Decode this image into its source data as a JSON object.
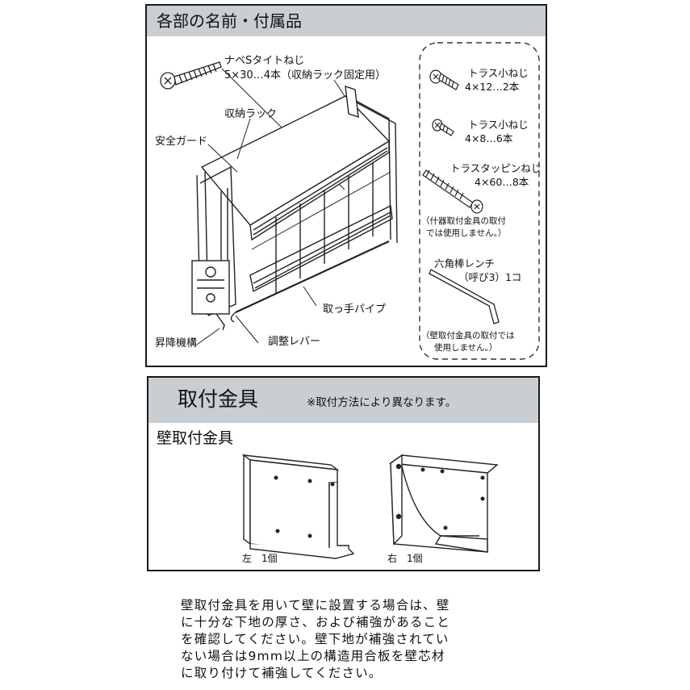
{
  "parts_section": {
    "title": "各部の名前・付属品",
    "screw_nabe_name": "ナベSタイトねじ",
    "screw_nabe_spec": "5×30…4本（収納ラック固定用）",
    "label_rack": "収納ラック",
    "label_guard": "安全ガード",
    "label_handle": "取っ手パイプ",
    "label_lift": "昇降機構",
    "label_lever": "調整レバー",
    "truss_a_name": "トラス小ねじ",
    "truss_a_spec": "4×12…2本",
    "truss_b_name": "トラス小ねじ",
    "truss_b_spec": "4×8…6本",
    "tapping_name": "トラスタッピンねじ",
    "tapping_spec": "4×60…8本",
    "tapping_note_1": "（什器取付金具の取付",
    "tapping_note_2": "では使用しません。）",
    "wrench_name": "六角棒レンチ",
    "wrench_spec": "（呼び3）1コ",
    "wrench_note_1": "（壁取付金具の取付では",
    "wrench_note_2": "使用しません。）"
  },
  "bracket_section": {
    "title": "取付金具",
    "note": "※取付方法により異なります。",
    "subtitle": "壁取付金具",
    "left_label": "左　1個",
    "right_label": "右　1個"
  },
  "paragraph": [
    "壁取付金具を用いて壁に設置する場合は、壁",
    "に十分な下地の厚さ、および補強があること",
    "を確認してください。壁下地が補強されてい",
    "ない場合は9mm以上の構造用合板を壁芯材",
    "に取り付けて補強してください。"
  ],
  "colors": {
    "header_gray": "#c9ced2",
    "line": "#1a1a1a"
  }
}
